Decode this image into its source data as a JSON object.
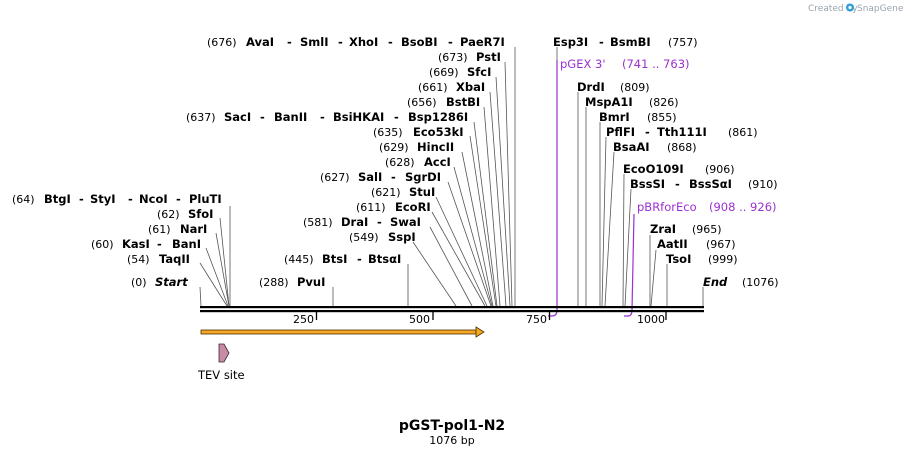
{
  "header": {
    "credit_prefix": "Created by",
    "credit_brand": "SnapGene"
  },
  "plasmid": {
    "name": "pGST-pol1-N2",
    "length_label": "1076 bp",
    "length": 1076
  },
  "ruler": {
    "ticks": [
      "250",
      "500",
      "750",
      "1000"
    ]
  },
  "sites": [
    {
      "id": "start",
      "pos": "(0)",
      "names": [
        "Start"
      ]
    },
    {
      "id": "taqii",
      "pos": "(54)",
      "names": [
        "TaqII"
      ]
    },
    {
      "id": "kasi",
      "pos": "(60)",
      "names": [
        "KasI",
        "BanI"
      ]
    },
    {
      "id": "nari",
      "pos": "(61)",
      "names": [
        "NarI"
      ]
    },
    {
      "id": "sfoi",
      "pos": "(62)",
      "names": [
        "SfoI"
      ]
    },
    {
      "id": "btgi",
      "pos": "(64)",
      "names": [
        "BtgI",
        "StyI",
        "NcoI",
        "PluTI"
      ]
    },
    {
      "id": "pvui",
      "pos": "(288)",
      "names": [
        "PvuI"
      ]
    },
    {
      "id": "btsi",
      "pos": "(445)",
      "names": [
        "BtsI",
        "BtsαI"
      ]
    },
    {
      "id": "sspi",
      "pos": "(549)",
      "names": [
        "SspI"
      ]
    },
    {
      "id": "drai",
      "pos": "(581)",
      "names": [
        "DraI",
        "SwaI"
      ]
    },
    {
      "id": "ecori",
      "pos": "(611)",
      "names": [
        "EcoRI"
      ]
    },
    {
      "id": "stui",
      "pos": "(621)",
      "names": [
        "StuI"
      ]
    },
    {
      "id": "sali",
      "pos": "(627)",
      "names": [
        "SalI",
        "SgrDI"
      ]
    },
    {
      "id": "acci",
      "pos": "(628)",
      "names": [
        "AccI"
      ]
    },
    {
      "id": "hincii",
      "pos": "(629)",
      "names": [
        "HincII"
      ]
    },
    {
      "id": "eco53ki",
      "pos": "(635)",
      "names": [
        "Eco53kI"
      ]
    },
    {
      "id": "saci",
      "pos": "(637)",
      "names": [
        "SacI",
        "BanII",
        "BsiHKAI",
        "Bsp1286I"
      ]
    },
    {
      "id": "bstbi",
      "pos": "(656)",
      "names": [
        "BstBI"
      ]
    },
    {
      "id": "xbai",
      "pos": "(661)",
      "names": [
        "XbaI"
      ]
    },
    {
      "id": "sfci",
      "pos": "(669)",
      "names": [
        "SfcI"
      ]
    },
    {
      "id": "psti",
      "pos": "(673)",
      "names": [
        "PstI"
      ]
    },
    {
      "id": "avai",
      "pos": "(676)",
      "names": [
        "AvaI",
        "SmlI",
        "XhoI",
        "BsoBI",
        "PaeR7I"
      ]
    },
    {
      "id": "esp3i",
      "pos": "(757)",
      "names": [
        "Esp3I",
        "BsmBI"
      ]
    },
    {
      "id": "drdi",
      "pos": "(809)",
      "names": [
        "DrdI"
      ]
    },
    {
      "id": "mspa1i",
      "pos": "(826)",
      "names": [
        "MspA1I"
      ]
    },
    {
      "id": "bmri",
      "pos": "(855)",
      "names": [
        "BmrI"
      ]
    },
    {
      "id": "pflfi",
      "pos": "(861)",
      "names": [
        "PflFI",
        "Tth111I"
      ]
    },
    {
      "id": "bsaai",
      "pos": "(868)",
      "names": [
        "BsaAI"
      ]
    },
    {
      "id": "ecoo109i",
      "pos": "(906)",
      "names": [
        "EcoO109I"
      ]
    },
    {
      "id": "bsssi",
      "pos": "(910)",
      "names": [
        "BssSI",
        "BssSαI"
      ]
    },
    {
      "id": "zrai",
      "pos": "(965)",
      "names": [
        "ZraI"
      ]
    },
    {
      "id": "aatii",
      "pos": "(967)",
      "names": [
        "AatII"
      ]
    },
    {
      "id": "tsoi",
      "pos": "(999)",
      "names": [
        "TsoI"
      ]
    },
    {
      "id": "end",
      "pos": "(1076)",
      "names": [
        "End"
      ]
    }
  ],
  "primers": [
    {
      "id": "pgex3",
      "name": "pGEX 3'",
      "range": "(741 .. 763)"
    },
    {
      "id": "pbrforeco",
      "name": "pBRforEco",
      "range": "(908 .. 926)"
    }
  ],
  "features": [
    {
      "id": "tev",
      "name": "TEV site"
    }
  ],
  "colors": {
    "backbone": "#000000",
    "orf_fill": "#f5a623",
    "orf_outline": "#4a3000",
    "tev_fill": "#c98aa6",
    "primer": "#9b30d0",
    "credit": "#9aa3ad"
  }
}
